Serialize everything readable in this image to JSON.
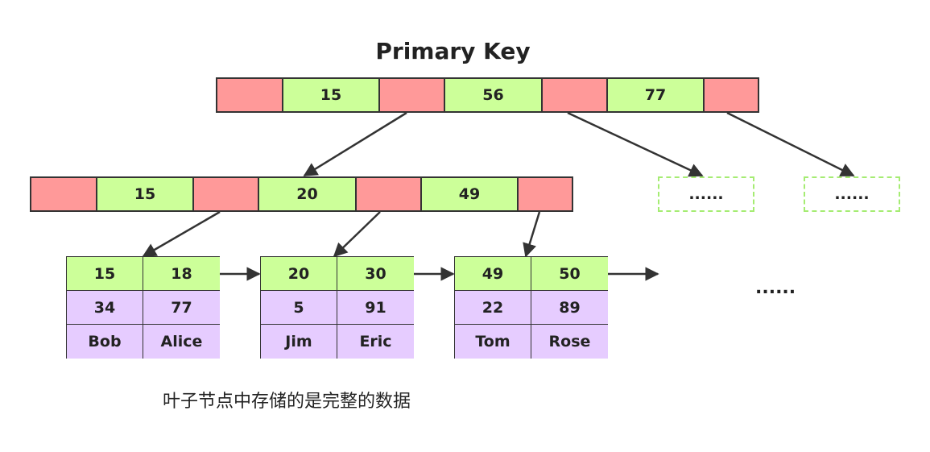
{
  "title": "Primary Key",
  "root": {
    "keys": [
      "15",
      "56",
      "77"
    ]
  },
  "internal": {
    "keys": [
      "15",
      "20",
      "49"
    ]
  },
  "placeholders": [
    "......",
    "......"
  ],
  "leaves": [
    {
      "keys": [
        "15",
        "18"
      ],
      "rows": [
        [
          "34",
          "77"
        ],
        [
          "Bob",
          "Alice"
        ]
      ]
    },
    {
      "keys": [
        "20",
        "30"
      ],
      "rows": [
        [
          "5",
          "91"
        ],
        [
          "Jim",
          "Eric"
        ]
      ]
    },
    {
      "keys": [
        "49",
        "50"
      ],
      "rows": [
        [
          "22",
          "89"
        ],
        [
          "Tom",
          "Rose"
        ]
      ]
    }
  ],
  "more_leaves": "......",
  "caption": "叶子节点中存储的是完整的数据",
  "colors": {
    "pointer": "#ff9999",
    "key": "#ccff99",
    "data": "#e6ccff",
    "placeholder_border": "#a5ec72",
    "line": "#333333"
  }
}
